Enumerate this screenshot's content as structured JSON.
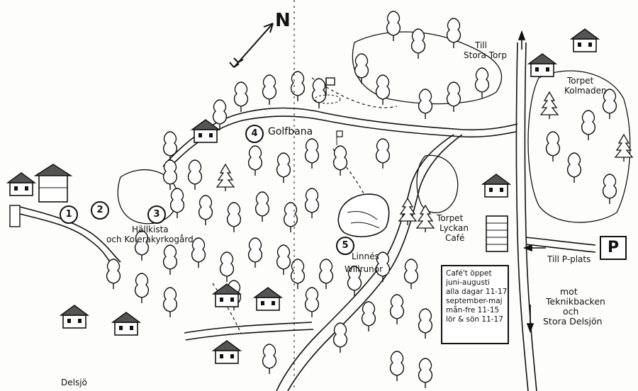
{
  "north_label": "N",
  "sites": [
    {
      "number": "1",
      "label": ""
    },
    {
      "number": "2",
      "label": ""
    },
    {
      "number": "3",
      "label_line1": "Hällkista",
      "label_line2": "och Kolerakyrkogård"
    },
    {
      "number": "4",
      "label": "Golfbana"
    },
    {
      "number": "5",
      "label_line1": "Linnés",
      "label_line2": "Willrunor"
    }
  ],
  "labels": {
    "stora_torp": [
      "Till",
      "Stora Torp"
    ],
    "kolmaden": [
      "Torpet",
      "Kolmaden"
    ],
    "lyckan": [
      "Torpet",
      "Lyckan",
      "Café"
    ],
    "p_plats": "Till P-plats",
    "mot": [
      "mot",
      "Teknikbacken",
      "och",
      "Stora Delsjön"
    ],
    "delsjo": "Delsjö"
  },
  "cafe_hours": [
    "Café't öppet",
    "juni-augusti",
    "alla dagar 11-17",
    "september-maj",
    "mån-fre 11-15",
    "lör & sön 11-17"
  ],
  "parking_symbol": "P",
  "colors": {
    "ink": "#111111",
    "paper": "#fdfdfb"
  }
}
